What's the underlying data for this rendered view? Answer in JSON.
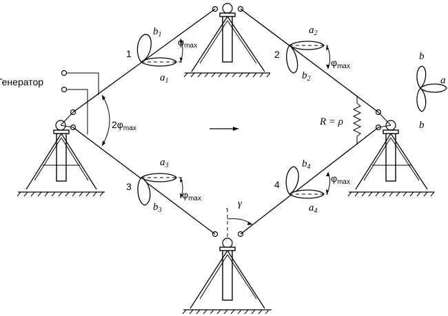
{
  "generator_label": "Генератор",
  "nodes": [
    {
      "number": "1",
      "a": "a",
      "a_sub": "1",
      "b": "b",
      "b_sub": "1"
    },
    {
      "number": "2",
      "a": "a",
      "a_sub": "2",
      "b": "b",
      "b_sub": "2"
    },
    {
      "number": "3",
      "a": "a",
      "a_sub": "3",
      "b": "b",
      "b_sub": "3"
    },
    {
      "number": "4",
      "a": "a",
      "a_sub": "4",
      "b": "b",
      "b_sub": "4"
    }
  ],
  "angle_labels": {
    "phi": "φ",
    "max_sub": "max",
    "two_phi": "2φ",
    "gamma": "γ"
  },
  "resistor_label": "R = ρ",
  "legend": {
    "a": "a",
    "b_top": "b",
    "b_bottom": "b"
  },
  "colors": {
    "ink": "#000000",
    "background": "#ffffff"
  }
}
